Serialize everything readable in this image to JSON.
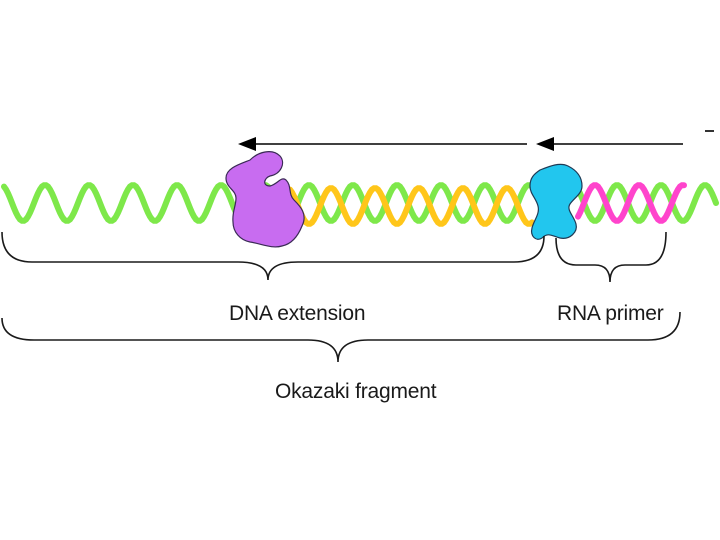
{
  "labels": {
    "dna_extension": "DNA extension",
    "rna_primer": "RNA primer",
    "okazaki_fragment": "Okazaki fragment"
  },
  "colors": {
    "background": "#ffffff",
    "template_strand": "#7ee84a",
    "dna_extension_strand": "#ffc61a",
    "rna_primer_strand": "#ff44cc",
    "dna_polymerase": "#c86cf0",
    "primase": "#22c6ee",
    "arrows": "#000000",
    "braces": "#000000"
  },
  "icons": {
    "polymerase": "dna-polymerase-blob-icon",
    "primase": "primase-blob-icon"
  }
}
